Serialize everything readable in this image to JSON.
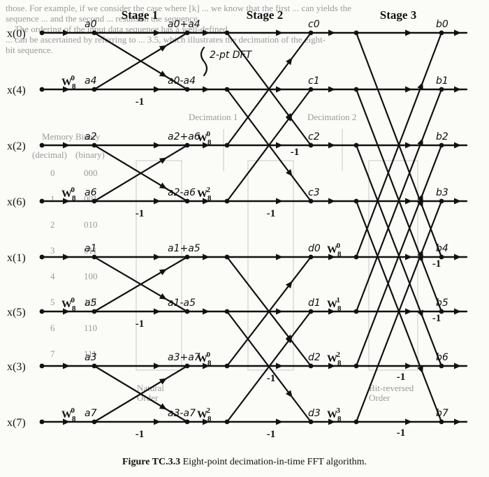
{
  "stage_titles": [
    "Stage 1",
    "Stage 2",
    "Stage 3"
  ],
  "inputs": [
    "x(0)",
    "x(4)",
    "x(2)",
    "x(6)",
    "x(1)",
    "x(5)",
    "x(3)",
    "x(7)"
  ],
  "stage1_labels": [
    "a0",
    "a4",
    "a2",
    "a6",
    "a1",
    "a5",
    "a3",
    "a7"
  ],
  "stage2_labels": [
    "a0+a4",
    "a0-a4",
    "a2+a6",
    "a2-a6",
    "a1+a5",
    "a1-a5",
    "a3+a7",
    "a3-a7"
  ],
  "stage3_labels": [
    "c0",
    "c1",
    "c2",
    "c3",
    "d0",
    "d1",
    "d2",
    "d3"
  ],
  "outputs": [
    "b0",
    "b1",
    "b2",
    "b3",
    "b4",
    "b5",
    "b6",
    "b7"
  ],
  "twiddle_stage1": [
    "W8^0",
    "W8^0",
    "W8^0",
    "W8^0"
  ],
  "twiddle_stage2": [
    "W8^0",
    "W8^2",
    "W8^0",
    "W8^2"
  ],
  "twiddle_stage3": [
    "W8^0",
    "W8^1",
    "W8^2",
    "W8^3"
  ],
  "neg_one": "-1",
  "annotation": "2-pt DFT",
  "caption_bold": "Figure TC.3.3",
  "caption_text": "Eight-point decimation-in-time FFT algorithm.",
  "background_text": {
    "top_line_1": "those. For example, if we consider the case where [k] ... we know that the first ... can yields the",
    "top_line_2": "sequence ... and the second ... results in the sequence",
    "top_line_3": "... The ordering of the input data sequence has a well-defined",
    "top_line_4": "... can be ascertained by referring to ... 3.5, which illustrates the decimation of the eight-",
    "top_line_5": "bit sequence.",
    "col_headers": [
      "Memory",
      "Binary",
      "Decimation 1",
      "Decimation 2"
    ],
    "col_sub": [
      "(decimal)",
      "(binary)"
    ],
    "memory_rows": [
      "0",
      "1",
      "2",
      "3",
      "4",
      "5",
      "6",
      "7"
    ],
    "binary_rows": [
      "000",
      "001",
      "010",
      "011",
      "100",
      "101",
      "110",
      "111"
    ],
    "bit_reversed": [
      "Bit-reversed",
      "Order"
    ],
    "natural": [
      "Natural",
      "Order"
    ]
  }
}
